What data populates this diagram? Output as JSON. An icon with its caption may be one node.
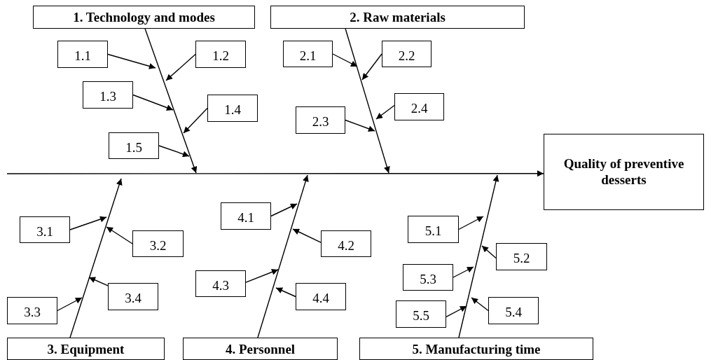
{
  "diagram": {
    "nodes": [
      {
        "text": [
          "1. Technology and modes"
        ]
      },
      {
        "text": [
          "1.1"
        ]
      },
      {
        "text": [
          "1.2"
        ]
      },
      {
        "text": [
          "1.3"
        ]
      },
      {
        "text": [
          "1.4"
        ]
      },
      {
        "text": [
          "1.5"
        ]
      },
      {
        "text": [
          "2. Raw materials"
        ]
      },
      {
        "text": [
          "2.1"
        ]
      },
      {
        "text": [
          "2.2"
        ]
      },
      {
        "text": [
          "2.3"
        ]
      },
      {
        "text": [
          "2.4"
        ]
      },
      {
        "text": [
          "Quality of preventive desserts"
        ]
      },
      {
        "text": [
          "3. Equipment"
        ]
      },
      {
        "text": [
          "3.1"
        ]
      },
      {
        "text": [
          "3.2"
        ]
      },
      {
        "text": [
          "3.3"
        ]
      },
      {
        "text": [
          "3.4"
        ]
      },
      {
        "text": [
          "4. Personnel"
        ]
      },
      {
        "text": [
          "4.1"
        ]
      },
      {
        "text": [
          "4.2"
        ]
      },
      {
        "text": [
          "4.3"
        ]
      },
      {
        "text": [
          "4.4"
        ]
      },
      {
        "text": [
          "5. Manufacturing time"
        ]
      },
      {
        "text": [
          "5.1"
        ]
      },
      {
        "text": [
          "5.2"
        ]
      },
      {
        "text": [
          "5.3"
        ]
      },
      {
        "text": [
          "5.4"
        ]
      },
      {
        "text": [
          "5.5"
        ]
      }
    ],
    "edges": [
      {
        "from": null,
        "to": 11,
        "arrow": "to"
      },
      {
        "from": 0,
        "to": null,
        "arrow": "to"
      },
      {
        "from": 6,
        "to": null,
        "arrow": "to"
      },
      {
        "from": 12,
        "to": null,
        "arrow": "to"
      },
      {
        "from": 17,
        "to": null,
        "arrow": "to"
      },
      {
        "from": 22,
        "to": null,
        "arrow": "to"
      },
      {
        "from": 1,
        "to": null,
        "arrow": "to"
      },
      {
        "from": 2,
        "to": null,
        "arrow": "to"
      },
      {
        "from": 3,
        "to": null,
        "arrow": "to"
      },
      {
        "from": 4,
        "to": null,
        "arrow": "to"
      },
      {
        "from": 5,
        "to": null,
        "arrow": "to"
      },
      {
        "from": 7,
        "to": null,
        "arrow": "to"
      },
      {
        "from": 8,
        "to": null,
        "arrow": "to"
      },
      {
        "from": 9,
        "to": null,
        "arrow": "to"
      },
      {
        "from": 10,
        "to": null,
        "arrow": "to"
      },
      {
        "from": 13,
        "to": null,
        "arrow": "to"
      },
      {
        "from": 14,
        "to": null,
        "arrow": "to"
      },
      {
        "from": 15,
        "to": null,
        "arrow": "to"
      },
      {
        "from": 16,
        "to": null,
        "arrow": "to"
      },
      {
        "from": 18,
        "to": null,
        "arrow": "to"
      },
      {
        "from": 19,
        "to": null,
        "arrow": "to"
      },
      {
        "from": 20,
        "to": null,
        "arrow": "to"
      },
      {
        "from": 21,
        "to": null,
        "arrow": "to"
      },
      {
        "from": 23,
        "to": null,
        "arrow": "to"
      },
      {
        "from": 24,
        "to": null,
        "arrow": "to"
      },
      {
        "from": 25,
        "to": null,
        "arrow": "to"
      },
      {
        "from": 26,
        "to": null,
        "arrow": "to"
      },
      {
        "from": 27,
        "to": null,
        "arrow": "to"
      }
    ]
  }
}
